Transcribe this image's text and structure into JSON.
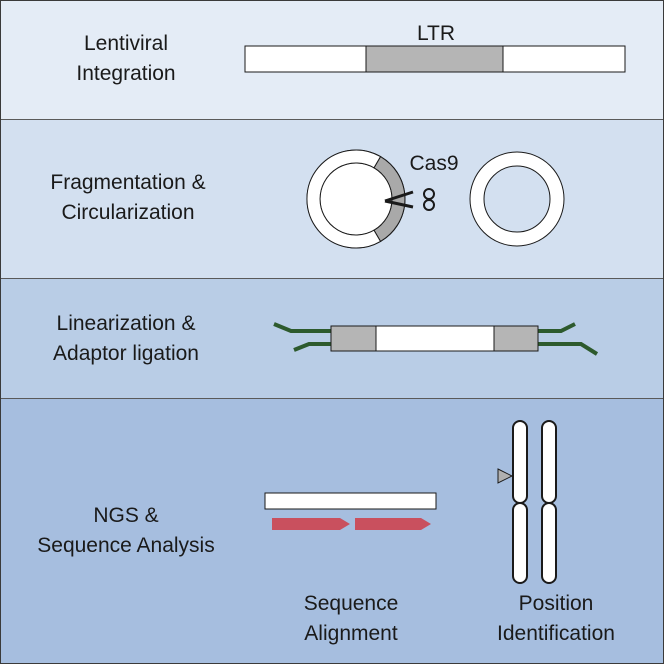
{
  "steps": [
    {
      "label_line1": "Lentiviral",
      "label_line2": "Integration"
    },
    {
      "label_line1": "Fragmentation &",
      "label_line2": "Circularization"
    },
    {
      "label_line1": "Linearization &",
      "label_line2": "Adaptor ligation"
    },
    {
      "label_line1": "NGS &",
      "label_line2": "Sequence Analysis"
    }
  ],
  "diagram": {
    "ltr_label": "LTR",
    "cas9_label": "Cas9",
    "sequence_alignment_line1": "Sequence",
    "sequence_alignment_line2": "Alignment",
    "position_identification_line1": "Position",
    "position_identification_line2": "Identification"
  },
  "colors": {
    "panel1": "#e4ecf6",
    "panel2": "#d3e0f0",
    "panel3": "#b9cde6",
    "panel4": "#a6bedf",
    "ltr_gray": "#b5b5b5",
    "adaptor_green": "#2d5a2d",
    "read_red": "#c9505e",
    "marker_gray": "#b0b0b0"
  }
}
